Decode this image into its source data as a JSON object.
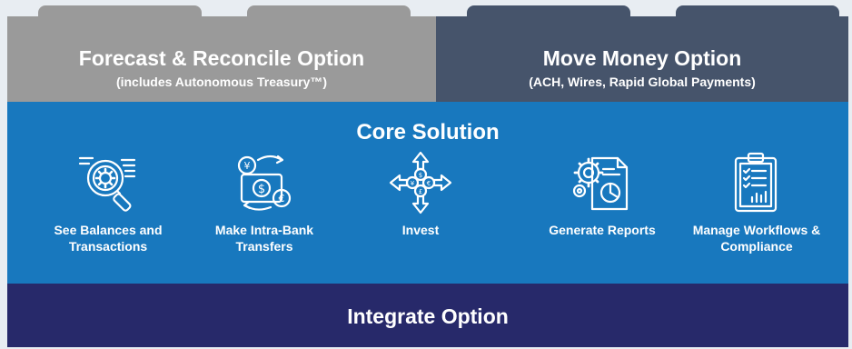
{
  "forecast": {
    "title": "Forecast & Reconcile Option",
    "subtitle": "(includes Autonomous Treasury™)"
  },
  "move_money": {
    "title": "Move Money Option",
    "subtitle": "(ACH, Wires, Rapid Global Payments)"
  },
  "core": {
    "title": "Core Solution",
    "items": [
      {
        "icon": "magnifier-gear-icon",
        "label": "See Balances and Transactions"
      },
      {
        "icon": "currency-transfer-icon",
        "label": "Make Intra-Bank Transfers"
      },
      {
        "icon": "invest-arrows-icon",
        "label": "Invest"
      },
      {
        "icon": "report-gears-icon",
        "label": "Generate Reports"
      },
      {
        "icon": "clipboard-checklist-icon",
        "label": "Manage Workflows & Compliance"
      }
    ]
  },
  "integrate": {
    "title": "Integrate Option"
  },
  "colors": {
    "forecast_bg": "#9a9a9a",
    "move_bg": "#46546b",
    "core_bg": "#1878be",
    "integrate_bg": "#27296a",
    "text": "#ffffff"
  }
}
